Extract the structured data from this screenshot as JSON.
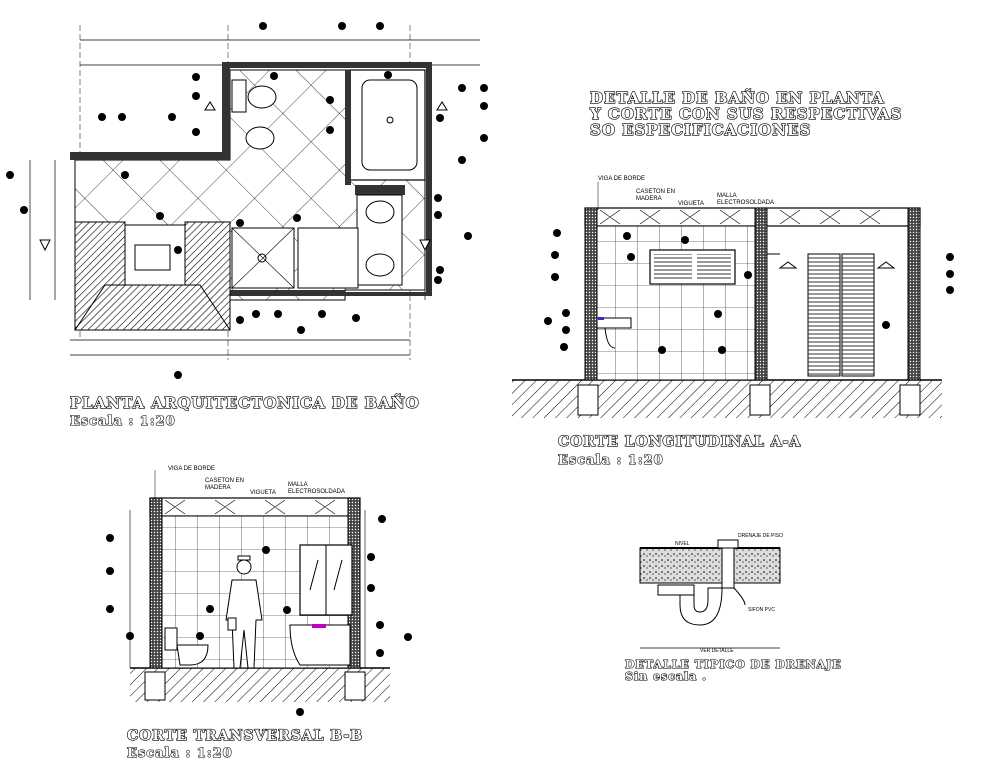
{
  "titles": {
    "main_title_line1": "DETALLE DE BAÑO EN PLANTA",
    "main_title_line2": "Y CORTE CON SUS RESPECTIVAS",
    "main_title_line3": "SO ESPECIFICACIONES",
    "plan_title": "PLANTA ARQUITECTONICA DE BAÑO",
    "plan_scale": "Escala : 1:20",
    "section_aa_title": "CORTE LONGITUDINAL A-A",
    "section_aa_scale": "Escala : 1:20",
    "section_bb_title": "CORTE TRANSVERSAL B-B",
    "section_bb_scale": "Escala : 1:20",
    "drain_title": "DETALLE TIPICO DE DRENAJE",
    "drain_scale": "Sin escala ."
  },
  "labels": {
    "viga_borde": "VIGA DE BORDE",
    "caseton": "CASETON EN",
    "madera": "MADERA",
    "vigueta": "VIGUETA",
    "malla": "MALLA",
    "electrosoldada": "ELECTROSOLDADA",
    "drenaje_piso": "DRENAJE DE PISO",
    "nivel": "NIVEL",
    "sifon": "SIFON PVC",
    "ver_detalle": "VER DETALLE"
  },
  "colors": {
    "line": "#000000",
    "accent": "#c000c0",
    "accent2": "#3030c0"
  }
}
